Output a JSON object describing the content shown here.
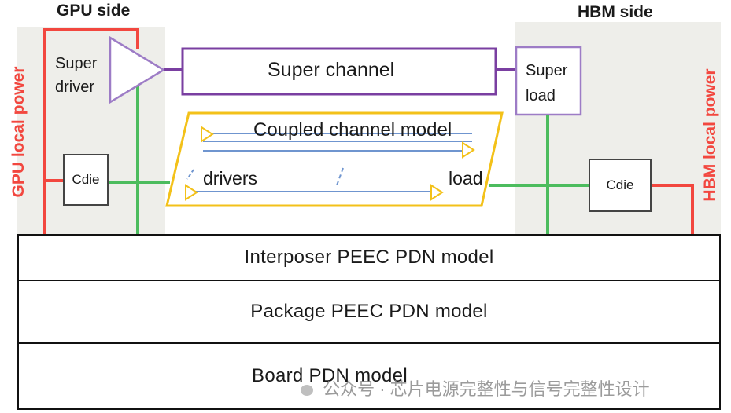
{
  "gpu_side": {
    "title": "GPU side",
    "local_power": "GPU local power",
    "driver_label_1": "Super",
    "driver_label_2": "driver",
    "cdie": "Cdie"
  },
  "hbm_side": {
    "title": "HBM side",
    "local_power": "HBM local power",
    "load_label_1": "Super",
    "load_label_2": "load",
    "cdie": "Cdie"
  },
  "channel": {
    "super_channel": "Super channel",
    "coupled_model": "Coupled channel model",
    "drivers": "drivers",
    "load": "load"
  },
  "layers": {
    "interposer": "Interposer PEEC PDN model",
    "package": "Package PEEC PDN model",
    "board": "Board PDN model"
  },
  "watermark": "公众号 · 芯片电源完整性与信号完整性设计",
  "colors": {
    "power": "#f2473f",
    "ground": "#4cbc5e",
    "signal": "#7a3fa1",
    "coupled": "#f3c119",
    "trace": "#6f95cf",
    "panel": "#eeeeea"
  }
}
